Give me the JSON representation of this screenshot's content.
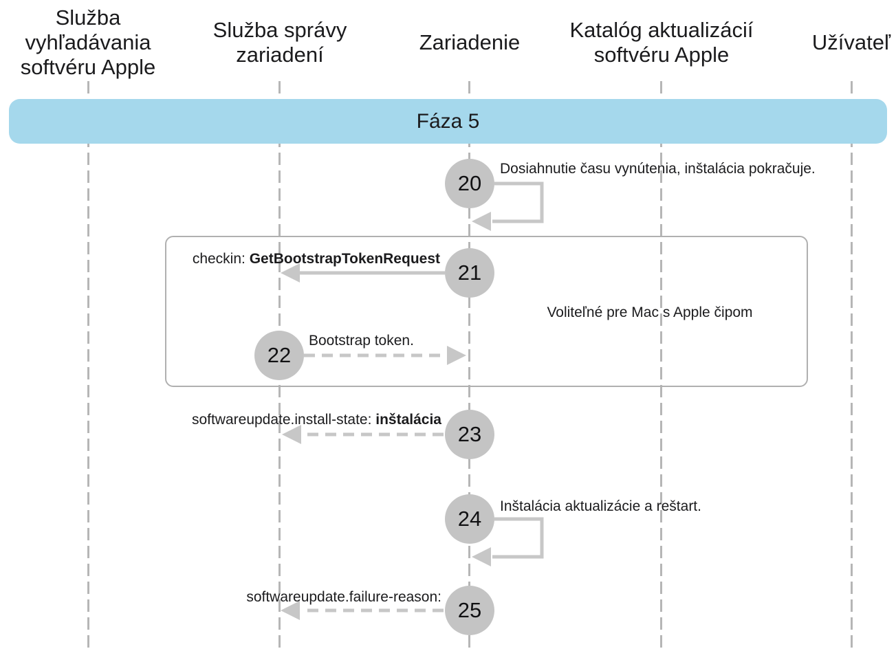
{
  "diagram": {
    "lanes": [
      {
        "label": "Služba\nvyhľadávania\nsoftvéru Apple"
      },
      {
        "label": "Služba správy\nzariadení"
      },
      {
        "label": "Zariadenie"
      },
      {
        "label": "Katalóg aktualizácií\nsoftvéru Apple"
      },
      {
        "label": "Užívateľ"
      }
    ],
    "phase_banner": {
      "label": "Fáza 5"
    },
    "optional_group": {
      "label": "Voliteľné pre Mac s Apple čipom"
    },
    "steps": [
      {
        "number": "20",
        "label": "Dosiahnutie času vynútenia, inštalácia pokračuje.",
        "arrow": "self-loop",
        "from": "Zariadenie",
        "to": "Zariadenie"
      },
      {
        "number": "21",
        "label_prefix": "checkin: ",
        "label_emphasis": "GetBootstrapTokenRequest",
        "arrow": "solid-left",
        "from": "Zariadenie",
        "to": "Služba správy zariadení"
      },
      {
        "number": "22",
        "label": "Bootstrap token.",
        "arrow": "dashed-right",
        "from": "Služba správy zariadení",
        "to": "Zariadenie"
      },
      {
        "number": "23",
        "label_prefix": "softwareupdate.install-state: ",
        "label_emphasis": "inštalácia",
        "arrow": "dashed-left",
        "from": "Zariadenie",
        "to": "Služba správy zariadení"
      },
      {
        "number": "24",
        "label": "Inštalácia aktualizácie a reštart.",
        "arrow": "self-loop",
        "from": "Zariadenie",
        "to": "Zariadenie"
      },
      {
        "number": "25",
        "label": "softwareupdate.failure-reason:",
        "arrow": "dashed-left",
        "from": "Zariadenie",
        "to": "Služba správy zariadení"
      }
    ],
    "colors": {
      "phase_banner": "#a5d8ec",
      "step_circle": "#c4c4c4",
      "arrow": "#c7c7c7",
      "lifeline": "#b6b6b6",
      "group_border": "#b0b0b0",
      "text": "#1b1b1d"
    }
  }
}
